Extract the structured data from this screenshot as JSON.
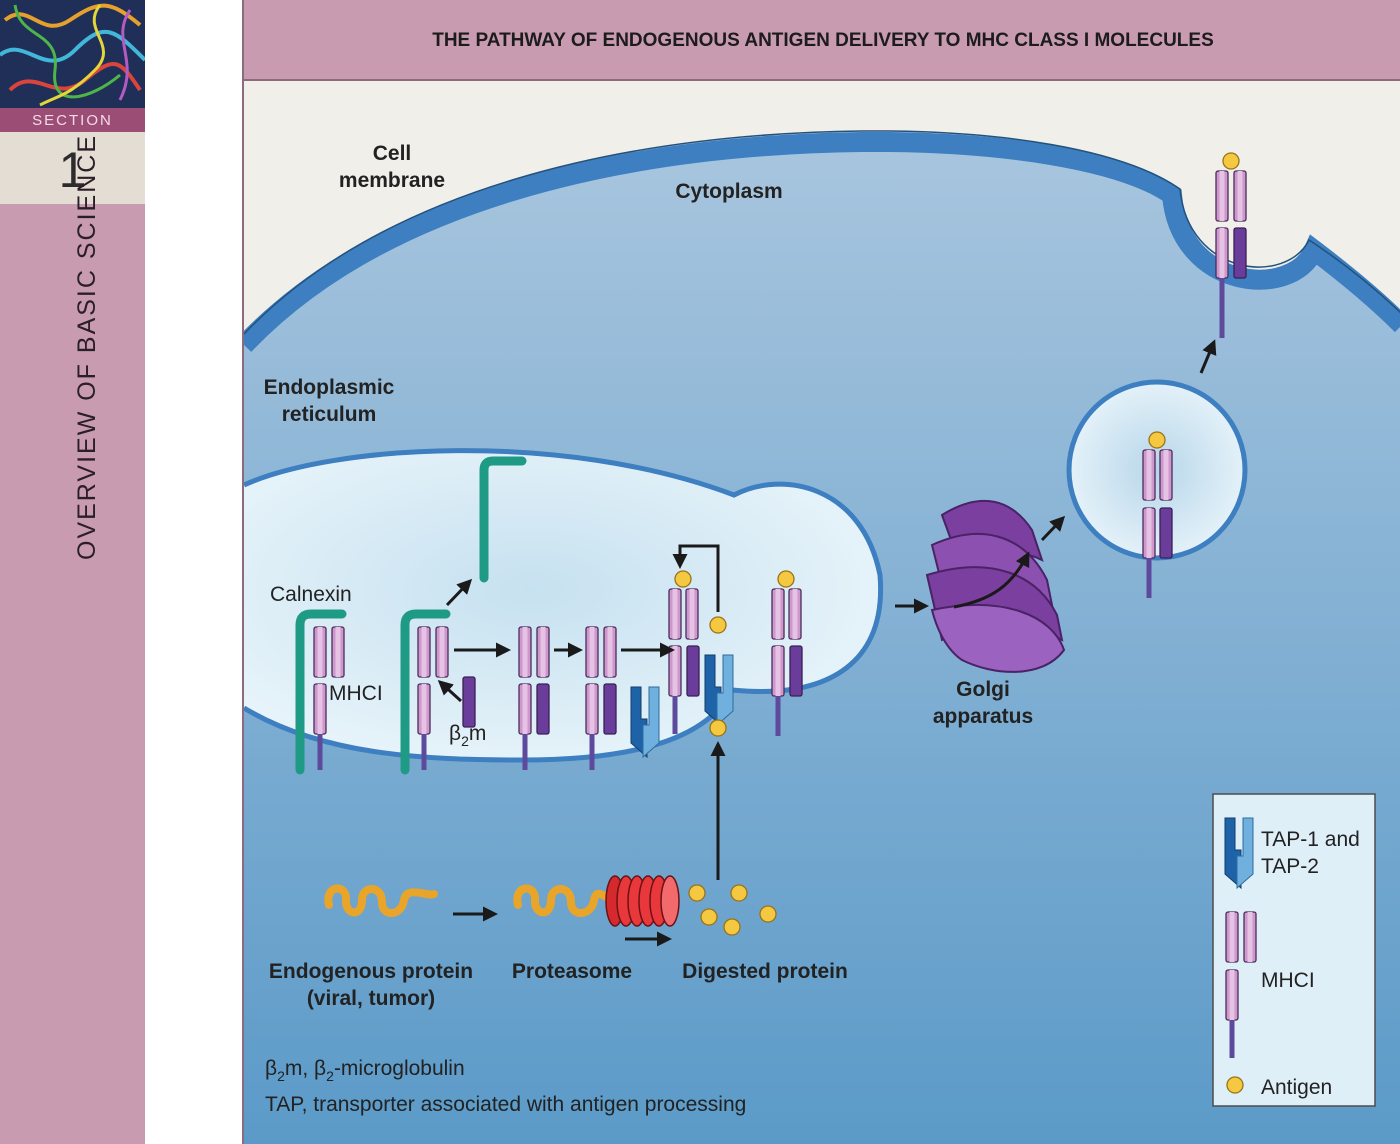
{
  "sidebar": {
    "section_label": "SECTION",
    "section_number": "1",
    "title": "OVERVIEW OF BASIC SCIENCE",
    "decor_icon": "protein-ribbon-artwork"
  },
  "figure": {
    "title": "THE PATHWAY OF ENDOGENOUS ANTIGEN DELIVERY TO MHC CLASS I MOLECULES",
    "labels": {
      "cell_membrane_1": "Cell",
      "cell_membrane_2": "membrane",
      "cytoplasm": "Cytoplasm",
      "er_1": "Endoplasmic",
      "er_2": "reticulum",
      "calnexin": "Calnexin",
      "mhci": "MHCI",
      "b2m_beta": "β",
      "b2m_sub": "2",
      "b2m_m": "m",
      "golgi_1": "Golgi",
      "golgi_2": "apparatus",
      "endogenous_1": "Endogenous protein",
      "endogenous_2": "(viral, tumor)",
      "proteasome": "Proteasome",
      "digested": "Digested protein"
    },
    "footnotes": {
      "fn1_b1": "β",
      "fn1_s1": "2",
      "fn1_t1": "m, β",
      "fn1_s2": "2",
      "fn1_t2": "-microglobulin",
      "fn2": "TAP, transporter associated with antigen processing"
    },
    "legend": {
      "tap_line1": "TAP-1 and",
      "tap_line2": "TAP-2",
      "mhci": "MHCI",
      "antigen": "Antigen"
    },
    "colors": {
      "membrane": "#4a86c5",
      "cytoplasm": "#8ab3d5",
      "er_lumen": "#d7ebf5",
      "calnexin": "#1f9a85",
      "mhc_chain": "#cf98cc",
      "b2m": "#6a3d9a",
      "tail": "#5d4a9c",
      "tap_dark": "#1e63a8",
      "tap_light": "#6fb0df",
      "antigen": "#f5c842",
      "proteasome": "#e8383c",
      "golgi": "#8e55ad"
    }
  }
}
